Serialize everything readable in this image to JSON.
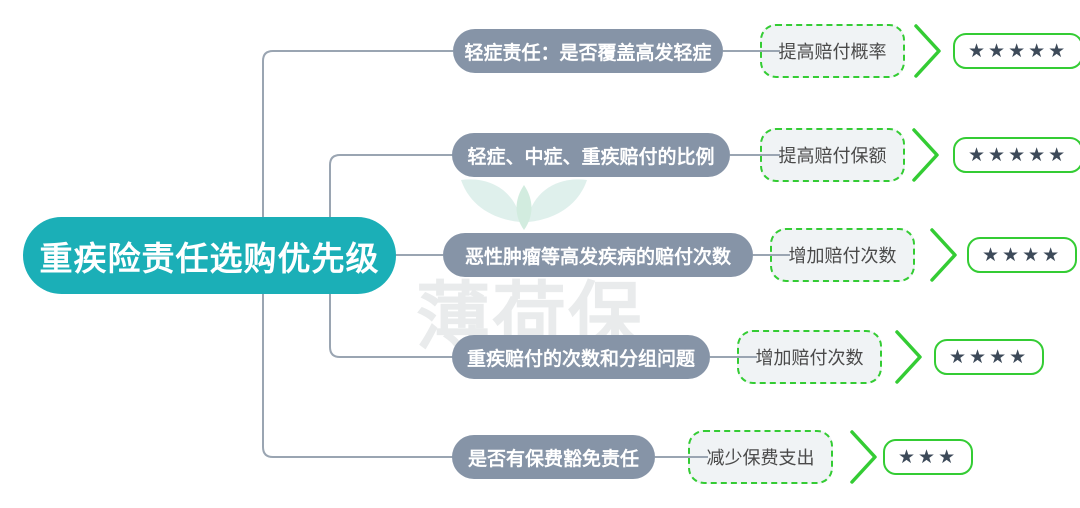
{
  "root": {
    "label": "重疾险责任选购优先级"
  },
  "watermark": {
    "brand": "薄荷保",
    "logo": "mint-leaf-icon"
  },
  "branches": [
    {
      "label": "轻症责任：是否覆盖高发轻症",
      "action": "提高赔付概率",
      "stars": "★★★★★",
      "star_count": 5
    },
    {
      "label": "轻症、中症、重疾赔付的比例",
      "action": "提高赔付保额",
      "stars": "★★★★★",
      "star_count": 5
    },
    {
      "label": "恶性肿瘤等高发疾病的赔付次数",
      "action": "增加赔付次数",
      "stars": "★★★★",
      "star_count": 4
    },
    {
      "label": "重疾赔付的次数和分组问题",
      "action": "增加赔付次数",
      "stars": "★★★★",
      "star_count": 4
    },
    {
      "label": "是否有保费豁免责任",
      "action": "减少保费支出",
      "stars": "★★★",
      "star_count": 3
    }
  ],
  "colors": {
    "teal": "#1bafb7",
    "node-gray": "#8694a7",
    "line-gray": "#9aa5b2",
    "green": "#34cc34",
    "action-fill": "#f0f3f5",
    "action-text": "#4a4a4a",
    "star": "#3d4a59",
    "wm-text": "#e9ebec",
    "wm-leaf": "#dff0ec",
    "wm-leaf-center": "#d2ecdf"
  }
}
